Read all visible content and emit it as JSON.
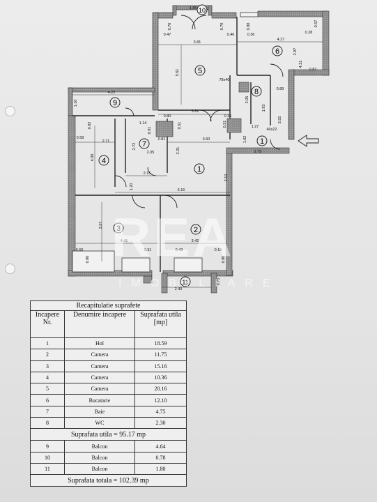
{
  "plan": {
    "room_numbers": [
      "1",
      "2",
      "3",
      "4",
      "5",
      "6",
      "7",
      "8",
      "9",
      "10",
      "11",
      "1"
    ],
    "dimensions": [
      "1.85",
      "0.70",
      "0.70",
      "0.88",
      "0.47",
      "0.46",
      "0.36",
      "0.28",
      "0.57",
      "3.81",
      "4.27",
      "2.97",
      "4.21",
      "0.87",
      "5.61",
      "78x40",
      "4.22",
      "1.10",
      "0.89",
      "2.05",
      "1.93",
      "3.81",
      "0.80",
      "0.36",
      "1.14",
      "0.91",
      "0.51",
      "0.51",
      "1.27",
      "40x22",
      "3.55",
      "0.82",
      "0.58",
      "2.71",
      "2.72",
      "0.81",
      "3.60",
      "1.62",
      "2.75",
      "4.00",
      "2.05",
      "2.21",
      "2.15",
      "1.20",
      "2.12",
      "5.16",
      "3.57",
      "4.45",
      "3.42",
      "0.60",
      "0.80",
      "0.31",
      "0.43",
      "0.15",
      "0.80",
      "0.75",
      "2.40"
    ]
  },
  "watermark": {
    "big": "REA",
    "small": "IMOBILIARE"
  },
  "table": {
    "title": "Recapitulatie suprafete",
    "headers": {
      "nr": "Incapere Nr.",
      "name": "Denumire incapere",
      "area": "Suprafata utila [mp]"
    },
    "rows": [
      {
        "nr": "1",
        "name": "Hol",
        "area": "18.59"
      },
      {
        "nr": "2",
        "name": "Camera",
        "area": "11.75"
      },
      {
        "nr": "3",
        "name": "Camera",
        "area": "15.16"
      },
      {
        "nr": "4",
        "name": "Camera",
        "area": "10.36"
      },
      {
        "nr": "5",
        "name": "Camera",
        "area": "20.16"
      },
      {
        "nr": "6",
        "name": "Bucatarie",
        "area": "12.10"
      },
      {
        "nr": "7",
        "name": "Baie",
        "area": "4.75"
      },
      {
        "nr": "8",
        "name": "WC",
        "area": "2.30"
      }
    ],
    "subtotal": "Suprafata utila = 95.17 mp",
    "balcony_rows": [
      {
        "nr": "9",
        "name": "Balcon",
        "area": "4.64"
      },
      {
        "nr": "10",
        "name": "Balcon",
        "area": "0.78"
      },
      {
        "nr": "11",
        "name": "Balcon",
        "area": "1.80"
      }
    ],
    "total": "Suprafata totala = 102.39 mp"
  }
}
